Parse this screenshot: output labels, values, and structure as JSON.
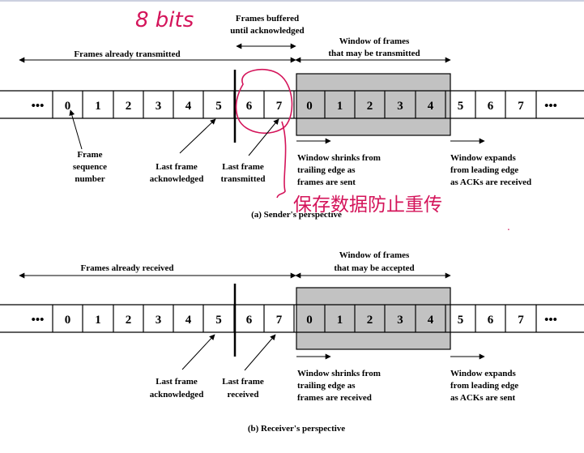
{
  "sender": {
    "handwritten_note": "8 bits",
    "frames_buffered_line1": "Frames buffered",
    "frames_buffered_line2": "until acknowledged",
    "window_title_line1": "Window of frames",
    "window_title_line2": "that may be transmitted",
    "frames_span_label": "Frames already transmitted",
    "cells": [
      "•••",
      "0",
      "1",
      "2",
      "3",
      "4",
      "5",
      "6",
      "7",
      "0",
      "1",
      "2",
      "3",
      "4",
      "5",
      "6",
      "7",
      "•••"
    ],
    "frame_seq_line1": "Frame",
    "frame_seq_line2": "sequence",
    "frame_seq_line3": "number",
    "last_ack_line1": "Last frame",
    "last_ack_line2": "acknowledged",
    "last_tx_line1": "Last frame",
    "last_tx_line2": "transmitted",
    "shrink_line1": "Window shrinks from",
    "shrink_line2": "trailing edge as",
    "shrink_line3": "frames are sent",
    "expand_line1": "Window expands",
    "expand_line2": "from leading edge",
    "expand_line3": "as ACKs are received",
    "caption": "(a) Sender's perspective",
    "handwritten_chinese": "保存数据防止重传"
  },
  "receiver": {
    "window_title_line1": "Window of frames",
    "window_title_line2": "that may be accepted",
    "frames_span_label": "Frames already received",
    "cells": [
      "•••",
      "0",
      "1",
      "2",
      "3",
      "4",
      "5",
      "6",
      "7",
      "0",
      "1",
      "2",
      "3",
      "4",
      "5",
      "6",
      "7",
      "•••"
    ],
    "last_ack_line1": "Last frame",
    "last_ack_line2": "acknowledged",
    "last_rx_line1": "Last frame",
    "last_rx_line2": "received",
    "shrink_line1": "Window shrinks from",
    "shrink_line2": "trailing edge as",
    "shrink_line3": "frames are received",
    "expand_line1": "Window expands",
    "expand_line2": "from leading edge",
    "expand_line3": "as ACKs are sent",
    "caption": "(b) Receiver's perspective"
  },
  "colors": {
    "window_fill": "#c2c2c2",
    "annotation_ink": "#d4145a"
  }
}
